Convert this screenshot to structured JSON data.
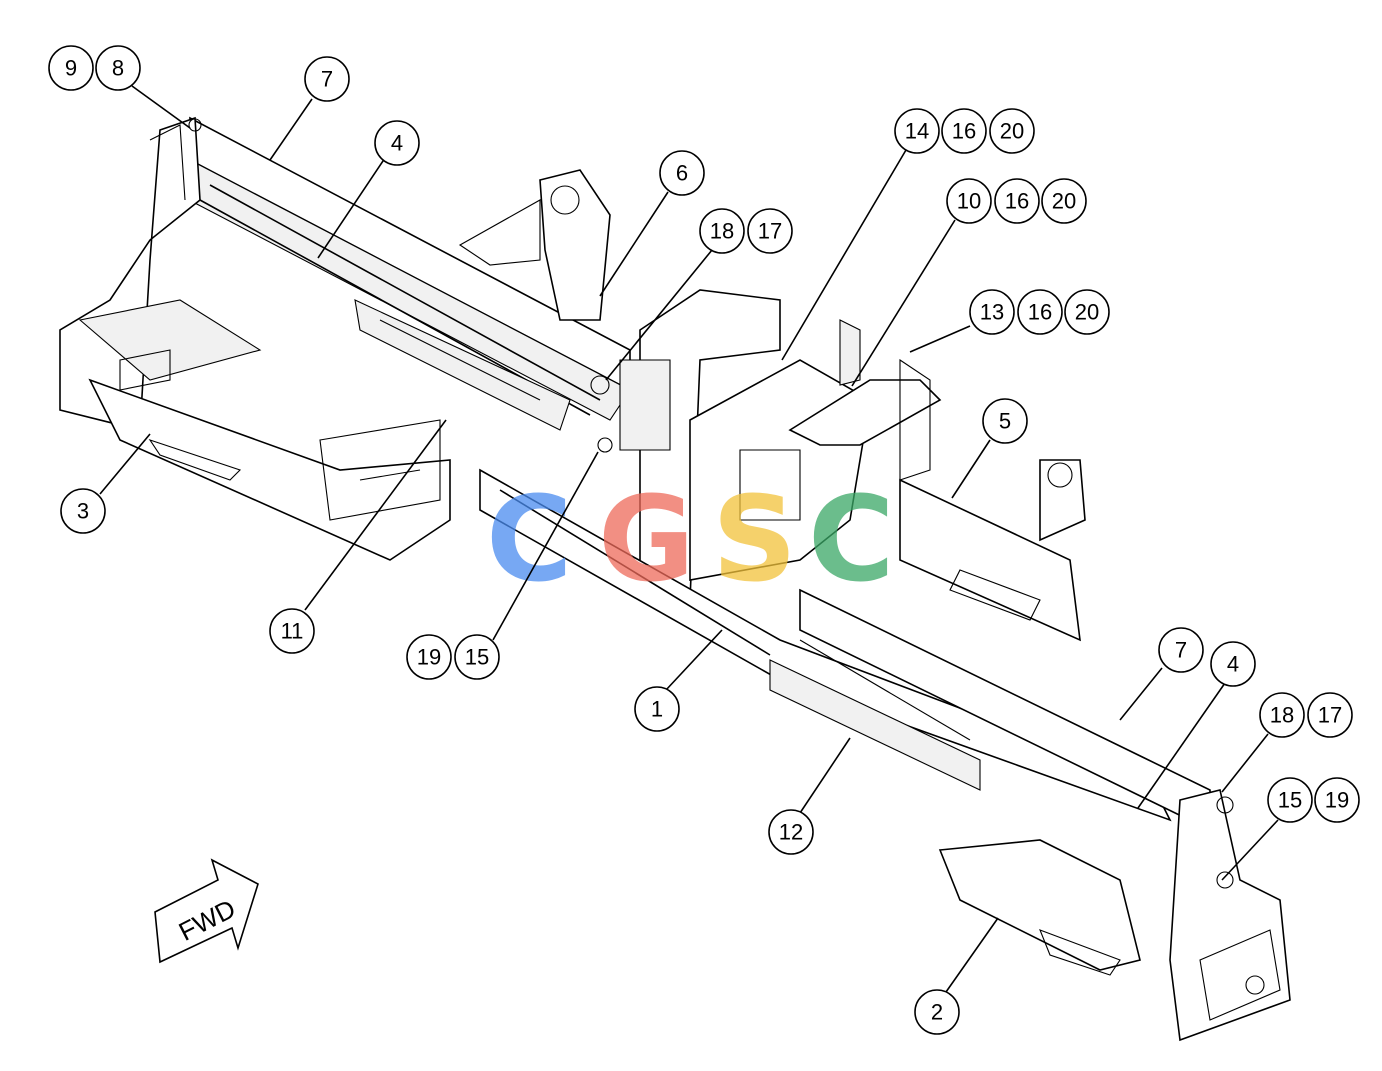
{
  "diagram": {
    "callouts": [
      {
        "id": "c9",
        "label": "9"
      },
      {
        "id": "c8",
        "label": "8"
      },
      {
        "id": "c7a",
        "label": "7"
      },
      {
        "id": "c4a",
        "label": "4"
      },
      {
        "id": "c6",
        "label": "6"
      },
      {
        "id": "c18a",
        "label": "18"
      },
      {
        "id": "c17a",
        "label": "17"
      },
      {
        "id": "c14",
        "label": "14"
      },
      {
        "id": "c16a",
        "label": "16"
      },
      {
        "id": "c20a",
        "label": "20"
      },
      {
        "id": "c10",
        "label": "10"
      },
      {
        "id": "c16b",
        "label": "16"
      },
      {
        "id": "c20b",
        "label": "20"
      },
      {
        "id": "c13",
        "label": "13"
      },
      {
        "id": "c16c",
        "label": "16"
      },
      {
        "id": "c20c",
        "label": "20"
      },
      {
        "id": "c5",
        "label": "5"
      },
      {
        "id": "c3",
        "label": "3"
      },
      {
        "id": "c11",
        "label": "11"
      },
      {
        "id": "c19a",
        "label": "19"
      },
      {
        "id": "c15a",
        "label": "15"
      },
      {
        "id": "c1",
        "label": "1"
      },
      {
        "id": "c7b",
        "label": "7"
      },
      {
        "id": "c4b",
        "label": "4"
      },
      {
        "id": "c18b",
        "label": "18"
      },
      {
        "id": "c17b",
        "label": "17"
      },
      {
        "id": "c15b",
        "label": "15"
      },
      {
        "id": "c19b",
        "label": "19"
      },
      {
        "id": "c12",
        "label": "12"
      },
      {
        "id": "c2",
        "label": "2"
      }
    ],
    "direction_arrow_label": "FWD",
    "watermark": {
      "text": "CGSC",
      "colors": [
        "#4a8cf0",
        "#ee6a5a",
        "#f2c23a",
        "#3aa866"
      ]
    }
  }
}
